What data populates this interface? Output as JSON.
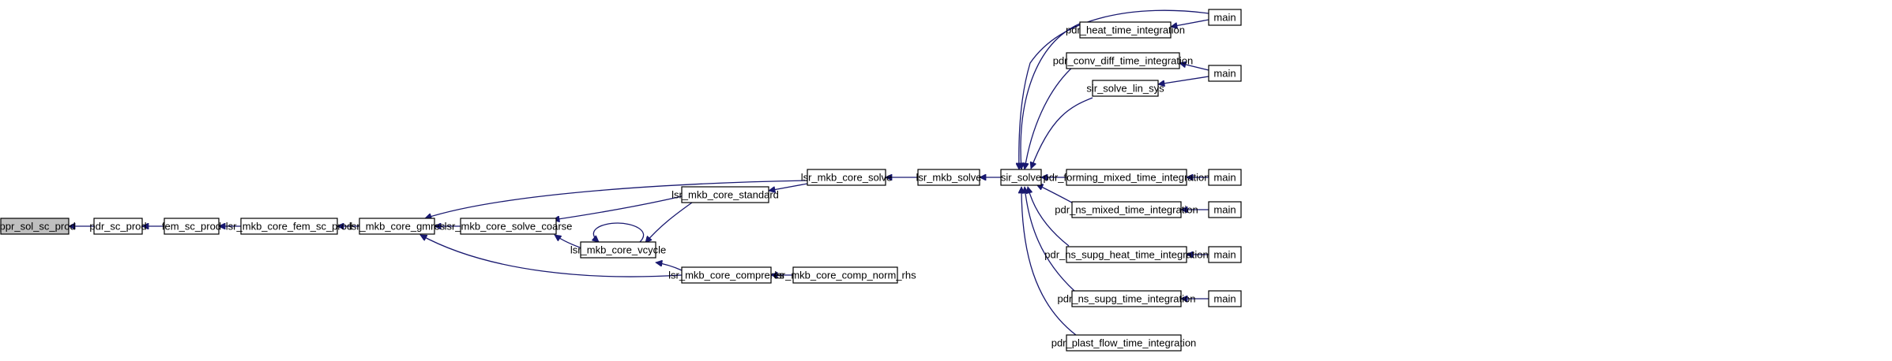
{
  "nodes": {
    "appr_sol_sc_prod": "appr_sol_sc_prod",
    "pdr_sc_prod": "pdr_sc_prod",
    "fem_sc_prod": "fem_sc_prod",
    "lsr_mkb_core_fem_sc_prod": "lsr_mkb_core_fem_sc_prod",
    "lsr_mkb_core_gmres": "lsr_mkb_core_gmres",
    "lsr_mkb_core_solve_coarse": "lsr_mkb_core_solve_coarse",
    "lsr_mkb_core_vcycle": "lsr_mkb_core_vcycle",
    "lsr_mkb_core_standard": "lsr_mkb_core_standard",
    "lsr_mkb_core_compreres": "lsr_mkb_core_compreres",
    "lsr_mkb_core_comp_norm_rhs": "lsr_mkb_core_comp_norm_rhs",
    "lsr_mkb_core_solve": "lsr_mkb_core_solve",
    "lsr_mkb_solve": "lsr_mkb_solve",
    "sir_solve": "sir_solve",
    "pdr_heat_time_integration": "pdr_heat_time_integration",
    "pdr_conv_diff_time_integration": "pdr_conv_diff_time_integration",
    "sir_solve_lin_sys": "sir_solve_lin_sys",
    "pdr_forming_mixed_time_integration": "pdr_forming_mixed_time_integration",
    "pdr_ns_mixed_time_integration": "pdr_ns_mixed_time_integration",
    "pdr_ns_supg_heat_time_integration": "pdr_ns_supg_heat_time_integration",
    "pdr_ns_supg_time_integration": "pdr_ns_supg_time_integration",
    "pdr_plast_flow_time_integration": "pdr_plast_flow_time_integration",
    "main": "main"
  },
  "colors": {
    "edge": "#191970",
    "root_fill": "#bfbfbf",
    "node_fill": "#ffffff",
    "node_border": "#000000"
  }
}
